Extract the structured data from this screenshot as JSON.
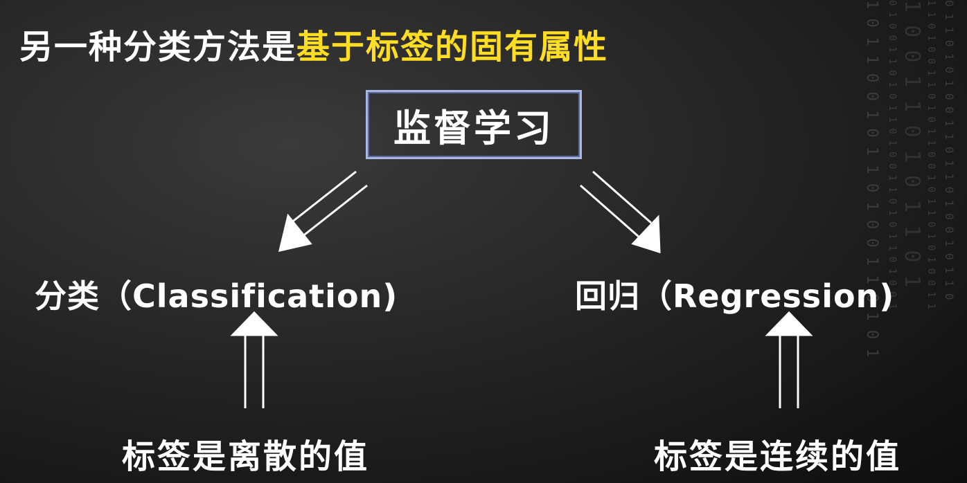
{
  "title": {
    "prefix": "另一种分类方法是",
    "highlight": "基于标签的固有属性"
  },
  "colors": {
    "highlight": "#ffdd22",
    "box_border": "#aab8e0",
    "text": "#ffffff"
  },
  "root": {
    "label": "监督学习"
  },
  "branches": [
    {
      "label": "分类（Classification)",
      "description": "标签是离散的值"
    },
    {
      "label": "回归（Regression)",
      "description": "标签是连续的值"
    }
  ]
}
